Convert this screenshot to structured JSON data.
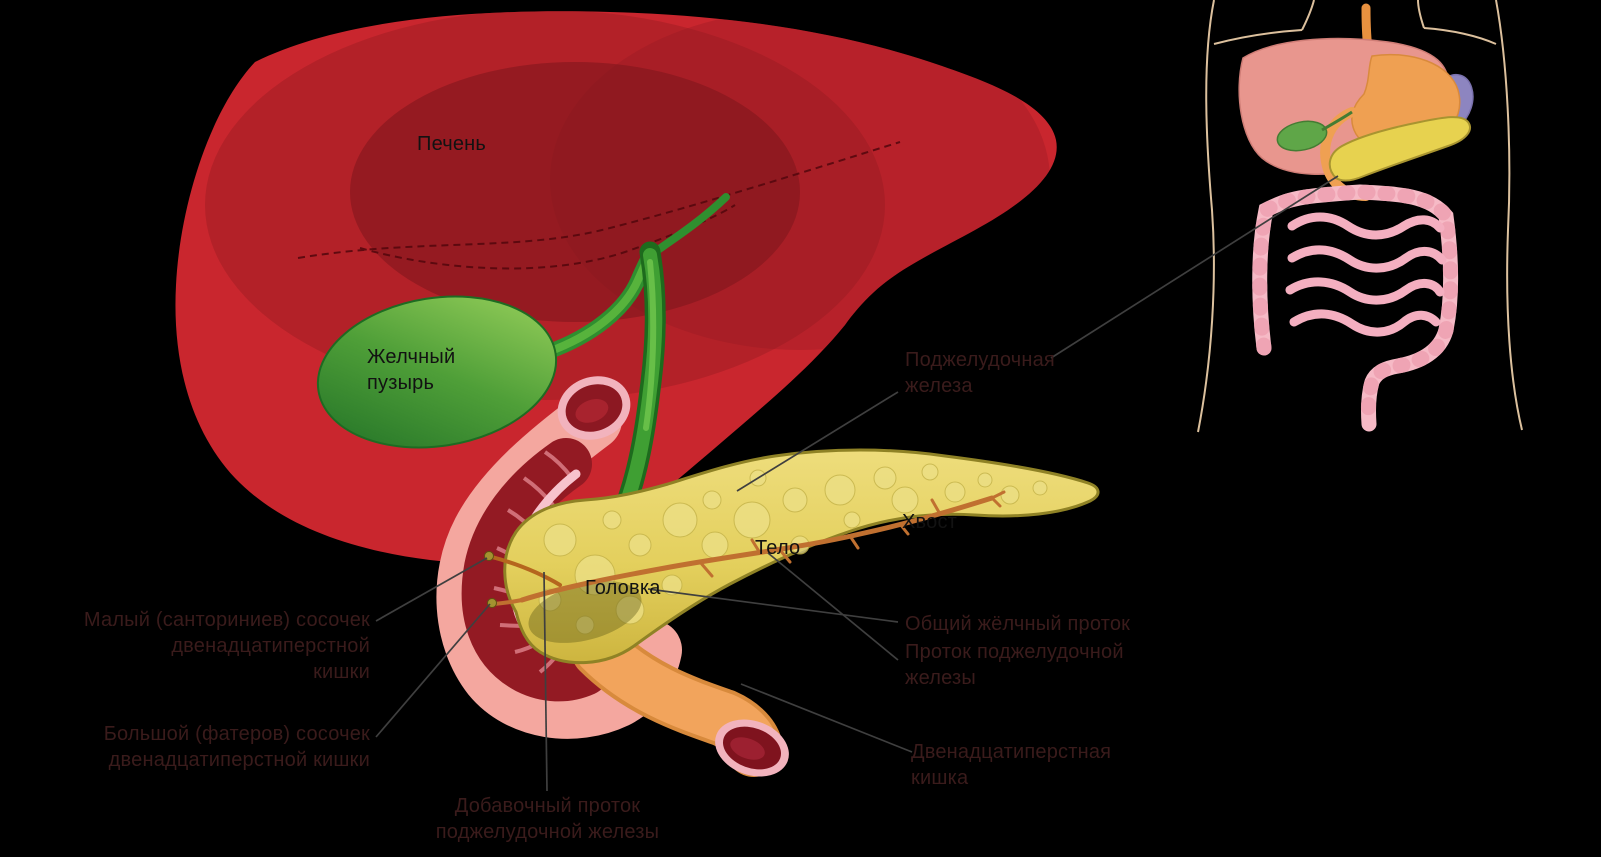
{
  "organ_labels": {
    "liver": "Печень",
    "gallbladder": [
      "Желчный",
      "пузырь"
    ],
    "head": "Головка",
    "body": "Тело",
    "tail": "Хвост"
  },
  "callouts": {
    "pancreas": [
      "Поджелудочная",
      "железа"
    ],
    "minor_papilla": [
      "Малый (санториниев) сосочек",
      "двенадцатиперстной",
      "кишки"
    ],
    "major_papilla": [
      "Большой (фатеров) сосочек",
      "двенадцатиперстной кишки"
    ],
    "accessory_duct": [
      "Добавочный проток",
      "поджелудочной железы"
    ],
    "common_bile_duct": [
      "Общий жёлчный проток"
    ],
    "pancreatic_duct": [
      "Проток поджелудочной",
      "железы"
    ],
    "duodenum": [
      "Двенадцатиперстная",
      "кишка"
    ]
  },
  "colors": {
    "background": "#000000",
    "liver_red": "#c9262e",
    "gallbladder_green": "#4f9f38",
    "bile_duct_green": "#3f9f33",
    "pancreas_yellow": "#e6d465",
    "duodenum_pink": "#f4a79f",
    "duodenum_orange": "#f2a45c",
    "duodenum_interior_red": "#931a23"
  }
}
